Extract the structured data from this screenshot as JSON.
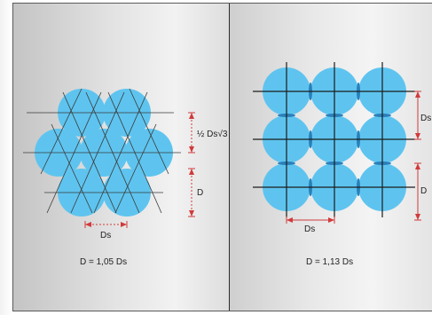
{
  "left_diagram": {
    "spacing_label": "½ Ds√3",
    "d_label": "D",
    "ds_label": "Ds",
    "formula": "D = 1,05 Ds"
  },
  "right_diagram": {
    "ds_side_label": "Ds",
    "d_label": "D",
    "ds_bottom_label": "Ds",
    "formula": "D = 1,13 Ds"
  },
  "colors": {
    "circle": "#5ec4ef",
    "dimension": "#d23a3a",
    "line": "#1c1c1c"
  }
}
